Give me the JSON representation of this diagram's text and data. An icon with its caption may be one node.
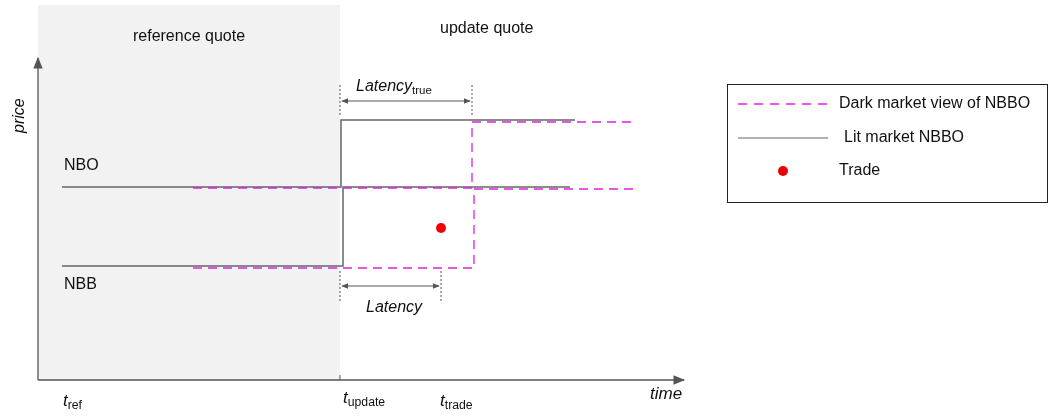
{
  "diagram": {
    "nodes": [
      {
        "text": [
          "reference quote"
        ]
      }
    ],
    "labels": [
      "update quote",
      "price",
      "*Latency*$_{true}$",
      "NBO",
      "NBB",
      "Latency",
      "time",
      "*t*$_{ref}$",
      "*t*$_{update}$",
      "*t*$_{trade}$"
    ],
    "legend": [
      {
        "text": "Dark market view of NBBO"
      },
      {
        "text": "Lit market NBBO"
      },
      {
        "text": "Trade"
      }
    ]
  }
}
